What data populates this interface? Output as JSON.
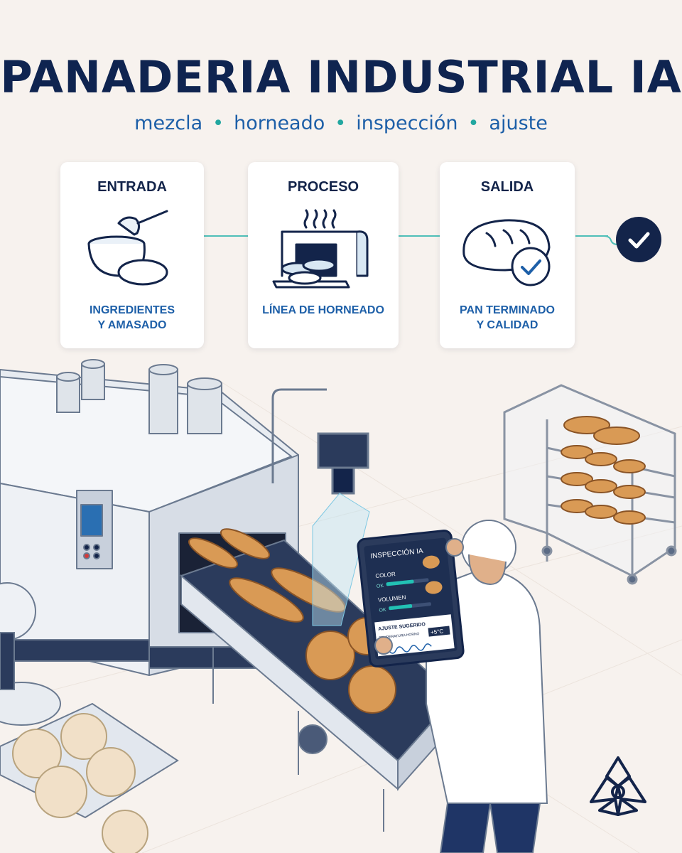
{
  "header": {
    "title": "PANADERIA INDUSTRIAL IA",
    "steps": [
      "mezcla",
      "horneado",
      "inspección",
      "ajuste"
    ]
  },
  "cards": [
    {
      "title": "ENTRADA",
      "caption": "INGREDIENTES\nY AMASADO",
      "icon": "mixing-bowl-icon"
    },
    {
      "title": "PROCESO",
      "caption": "LÍNEA DE HORNEADO",
      "icon": "oven-conveyor-icon"
    },
    {
      "title": "SALIDA",
      "caption": "PAN TERMINADO\nY CALIDAD",
      "icon": "bread-check-icon"
    }
  ],
  "tablet": {
    "title": "INSPECCIÓN IA",
    "metrics": [
      {
        "label": "COLOR",
        "status": "OK",
        "level": 0.65
      },
      {
        "label": "VOLUMEN",
        "status": "OK",
        "level": 0.55
      }
    ],
    "adjust_label": "AJUSTE SUGERIDO",
    "temp_label": "TEMPERATURA HORNO",
    "temp_value": "+5°C"
  },
  "colors": {
    "navy": "#13244a",
    "blue": "#1d5fa8",
    "teal": "#4fbfb8",
    "background": "#f7f2ee"
  }
}
